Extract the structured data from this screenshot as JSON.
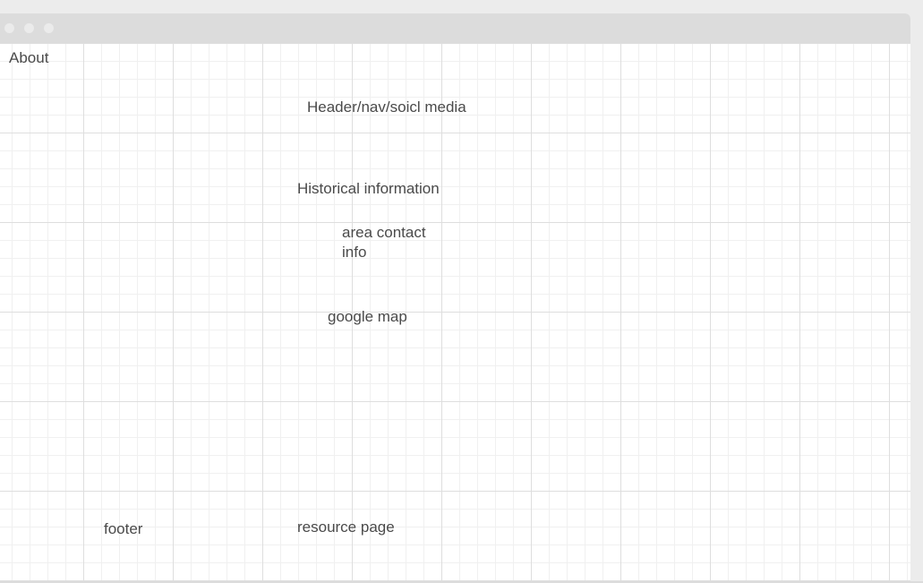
{
  "page_label": "About",
  "blocks": {
    "header": "Header/nav/soicl media",
    "history": "Historical information",
    "contact": "area contact info",
    "map": "google map",
    "footer": "footer",
    "resources": "resource page"
  },
  "colors": {
    "canvas": "#ffffff",
    "grid_major": "#dedede",
    "grid_minor": "#f0f0f0",
    "titlebar": "#dcdcdc",
    "text": "#4a4a4a"
  }
}
